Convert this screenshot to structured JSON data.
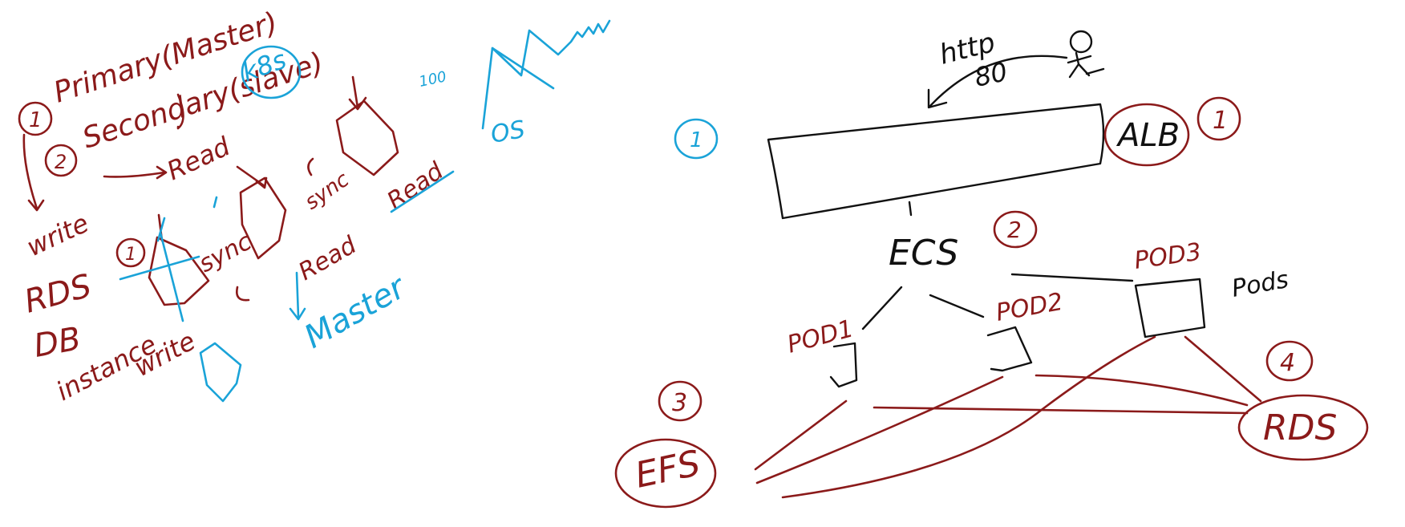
{
  "colors": {
    "red_ink": "#8b1a1a",
    "black_ink": "#111111",
    "blue_ink": "#1aa3d8"
  },
  "left": {
    "num1": "1",
    "primary": "Primary(Master)",
    "num2": "2",
    "secondary": "Secondary(slave)",
    "read_top": "Read",
    "k8s": "k8s",
    "write_main": "write",
    "rds": "RDS",
    "db": "DB",
    "instance": "instance",
    "write_bottom": "write",
    "pod_num": "1",
    "sync_mid": "sync",
    "read_mid": "Read",
    "master": "Master",
    "sync_top": "sync",
    "read_right": "Read",
    "label_100": "100",
    "label_os": "OS"
  },
  "right": {
    "circle1": "1",
    "http": "http",
    "port": "80",
    "alb": "ALB",
    "alb_num": "1",
    "ecs": "ECS",
    "ecs_num": "2",
    "pod1": "POD1",
    "pod2": "POD2",
    "pod3": "POD3",
    "pods": "Pods",
    "efs_num": "3",
    "efs": "EFS",
    "rds_num": "4",
    "rds": "RDS"
  }
}
